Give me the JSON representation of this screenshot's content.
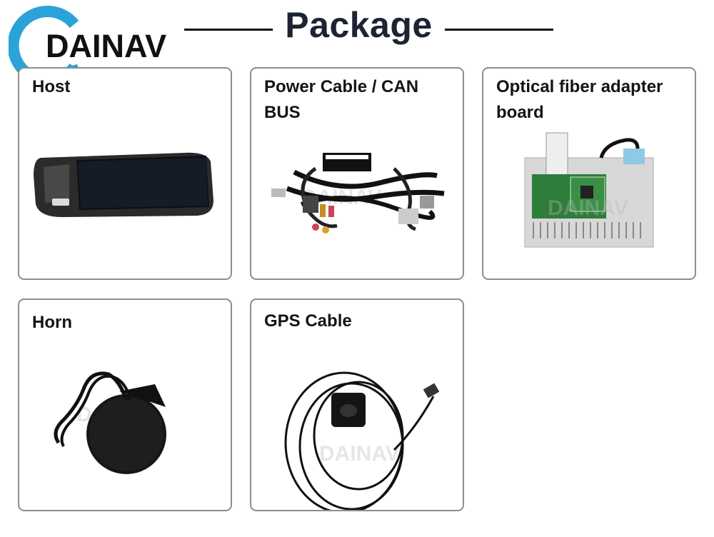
{
  "brand": {
    "name": "DAINAV",
    "accent": "#2aa3d9"
  },
  "title": "Package",
  "items": [
    {
      "label": "Host",
      "icon": "head-unit-screen-image"
    },
    {
      "label": "Power Cable / CAN BUS",
      "icon": "wiring-harness-image"
    },
    {
      "label": "Optical fiber adapter board",
      "icon": "fiber-adapter-board-image"
    },
    {
      "label": "Horn",
      "icon": "speaker-image"
    },
    {
      "label": "GPS Cable",
      "icon": "gps-antenna-image"
    }
  ]
}
